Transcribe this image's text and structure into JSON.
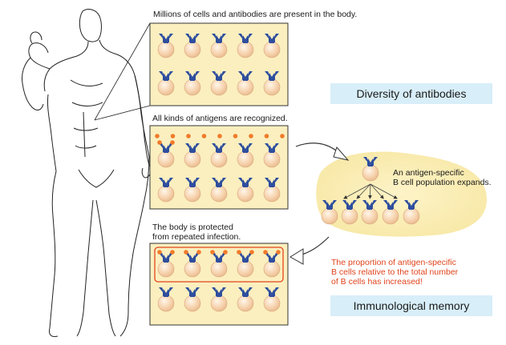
{
  "captions": {
    "millions": "Millions of cells and antibodies are present in the body.",
    "all_kinds": "All kinds of antigens are recognized.",
    "protected_line1": "The body is protected",
    "protected_line2": "from repeated infection.",
    "expands_line1": "An antigen-specific",
    "expands_line2": "B cell population expands.",
    "proportion_line1": "The proportion of antigen-specific",
    "proportion_line2": "B cells relative to the total number",
    "proportion_line3": "of B cells has increased!"
  },
  "labels": {
    "diversity": "Diversity of antibodies",
    "memory": "Immunological memory"
  },
  "colors": {
    "panel_fill": "#fbefbf",
    "panel_stroke": "#333333",
    "cell_fill": "#f6d3ae",
    "antibody": "#2f4e9e",
    "antigen": "#f07a2a",
    "label_box": "#d8eef8",
    "highlight_red": "#e0441c"
  }
}
